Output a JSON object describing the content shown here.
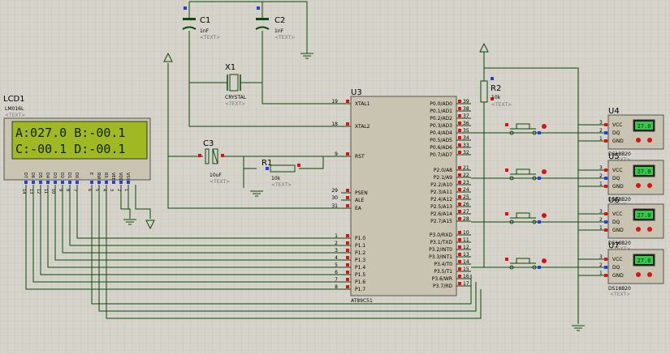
{
  "text_placeholder": "<TEXT>",
  "lcd": {
    "ref": "LCD1",
    "model": "LM016L",
    "line1": "A:027.0 B:-00.1",
    "line2": "C:-00.1 D:-00.1",
    "pins": [
      "D7",
      "D6",
      "D5",
      "D4",
      "D3",
      "D2",
      "D1",
      "D0",
      "E",
      "RW",
      "RS",
      "VEE",
      "VDD",
      "VSS"
    ],
    "pin_numbers": [
      "14",
      "13",
      "12",
      "11",
      "10",
      "9",
      "8",
      "7",
      "6",
      "5",
      "4",
      "3",
      "2",
      "1"
    ]
  },
  "c1": {
    "ref": "C1",
    "value": "1nF"
  },
  "c2": {
    "ref": "C2",
    "value": "1nF"
  },
  "c3": {
    "ref": "C3",
    "value": "10uF"
  },
  "x1": {
    "ref": "X1",
    "value": "CRYSTAL"
  },
  "r1": {
    "ref": "R1",
    "value": "10k"
  },
  "r2": {
    "ref": "R2",
    "value": "10k"
  },
  "mcu": {
    "ref": "U3",
    "part": "AT89C51",
    "left_pins": [
      {
        "num": "19",
        "name": "XTAL1"
      },
      {
        "num": "18",
        "name": "XTAL2"
      },
      {
        "num": "9",
        "name": "RST"
      },
      {
        "num": "29",
        "name": "PSEN"
      },
      {
        "num": "30",
        "name": "ALE"
      },
      {
        "num": "31",
        "name": "EA"
      },
      {
        "num": "1",
        "name": "P1.0"
      },
      {
        "num": "2",
        "name": "P1.1"
      },
      {
        "num": "3",
        "name": "P1.2"
      },
      {
        "num": "4",
        "name": "P1.3"
      },
      {
        "num": "5",
        "name": "P1.4"
      },
      {
        "num": "6",
        "name": "P1.5"
      },
      {
        "num": "7",
        "name": "P1.6"
      },
      {
        "num": "8",
        "name": "P1.7"
      }
    ],
    "right_pins": [
      {
        "num": "39",
        "name": "P0.0/AD0"
      },
      {
        "num": "38",
        "name": "P0.1/AD1"
      },
      {
        "num": "37",
        "name": "P0.2/AD2"
      },
      {
        "num": "36",
        "name": "P0.3/AD3"
      },
      {
        "num": "35",
        "name": "P0.4/AD4"
      },
      {
        "num": "34",
        "name": "P0.5/AD5"
      },
      {
        "num": "33",
        "name": "P0.6/AD6"
      },
      {
        "num": "32",
        "name": "P0.7/AD7"
      },
      {
        "num": "21",
        "name": "P2.0/A8"
      },
      {
        "num": "22",
        "name": "P2.1/A9"
      },
      {
        "num": "23",
        "name": "P2.2/A10"
      },
      {
        "num": "24",
        "name": "P2.3/A11"
      },
      {
        "num": "25",
        "name": "P2.4/A12"
      },
      {
        "num": "26",
        "name": "P2.5/A13"
      },
      {
        "num": "27",
        "name": "P2.6/A14"
      },
      {
        "num": "28",
        "name": "P2.7/A15"
      },
      {
        "num": "10",
        "name": "P3.0/RXD"
      },
      {
        "num": "11",
        "name": "P3.1/TXD"
      },
      {
        "num": "12",
        "name": "P3.2/INT0"
      },
      {
        "num": "13",
        "name": "P3.3/INT1"
      },
      {
        "num": "14",
        "name": "P3.4/T0"
      },
      {
        "num": "15",
        "name": "P3.5/T1"
      },
      {
        "num": "16",
        "name": "P3.6/WR"
      },
      {
        "num": "17",
        "name": "P3.7/RD"
      }
    ]
  },
  "sensors": [
    {
      "ref": "U4",
      "part": "DS18B20",
      "reading": "27.0",
      "vcc": "VCC",
      "dq": "DQ",
      "gnd": "GND",
      "pins": [
        "3",
        "2",
        "1"
      ]
    },
    {
      "ref": "U5",
      "part": "DS18B20",
      "reading": "27.0",
      "vcc": "VCC",
      "dq": "DQ",
      "gnd": "GND",
      "pins": [
        "3",
        "2",
        "1"
      ]
    },
    {
      "ref": "U6",
      "part": "DS18B20",
      "reading": "27.0",
      "vcc": "VCC",
      "dq": "DQ",
      "gnd": "GND",
      "pins": [
        "3",
        "2",
        "1"
      ]
    },
    {
      "ref": "U7",
      "part": "DS18B20",
      "reading": "27.0",
      "vcc": "VCC",
      "dq": "DQ",
      "gnd": "GND",
      "pins": [
        "3",
        "2",
        "1"
      ]
    }
  ]
}
